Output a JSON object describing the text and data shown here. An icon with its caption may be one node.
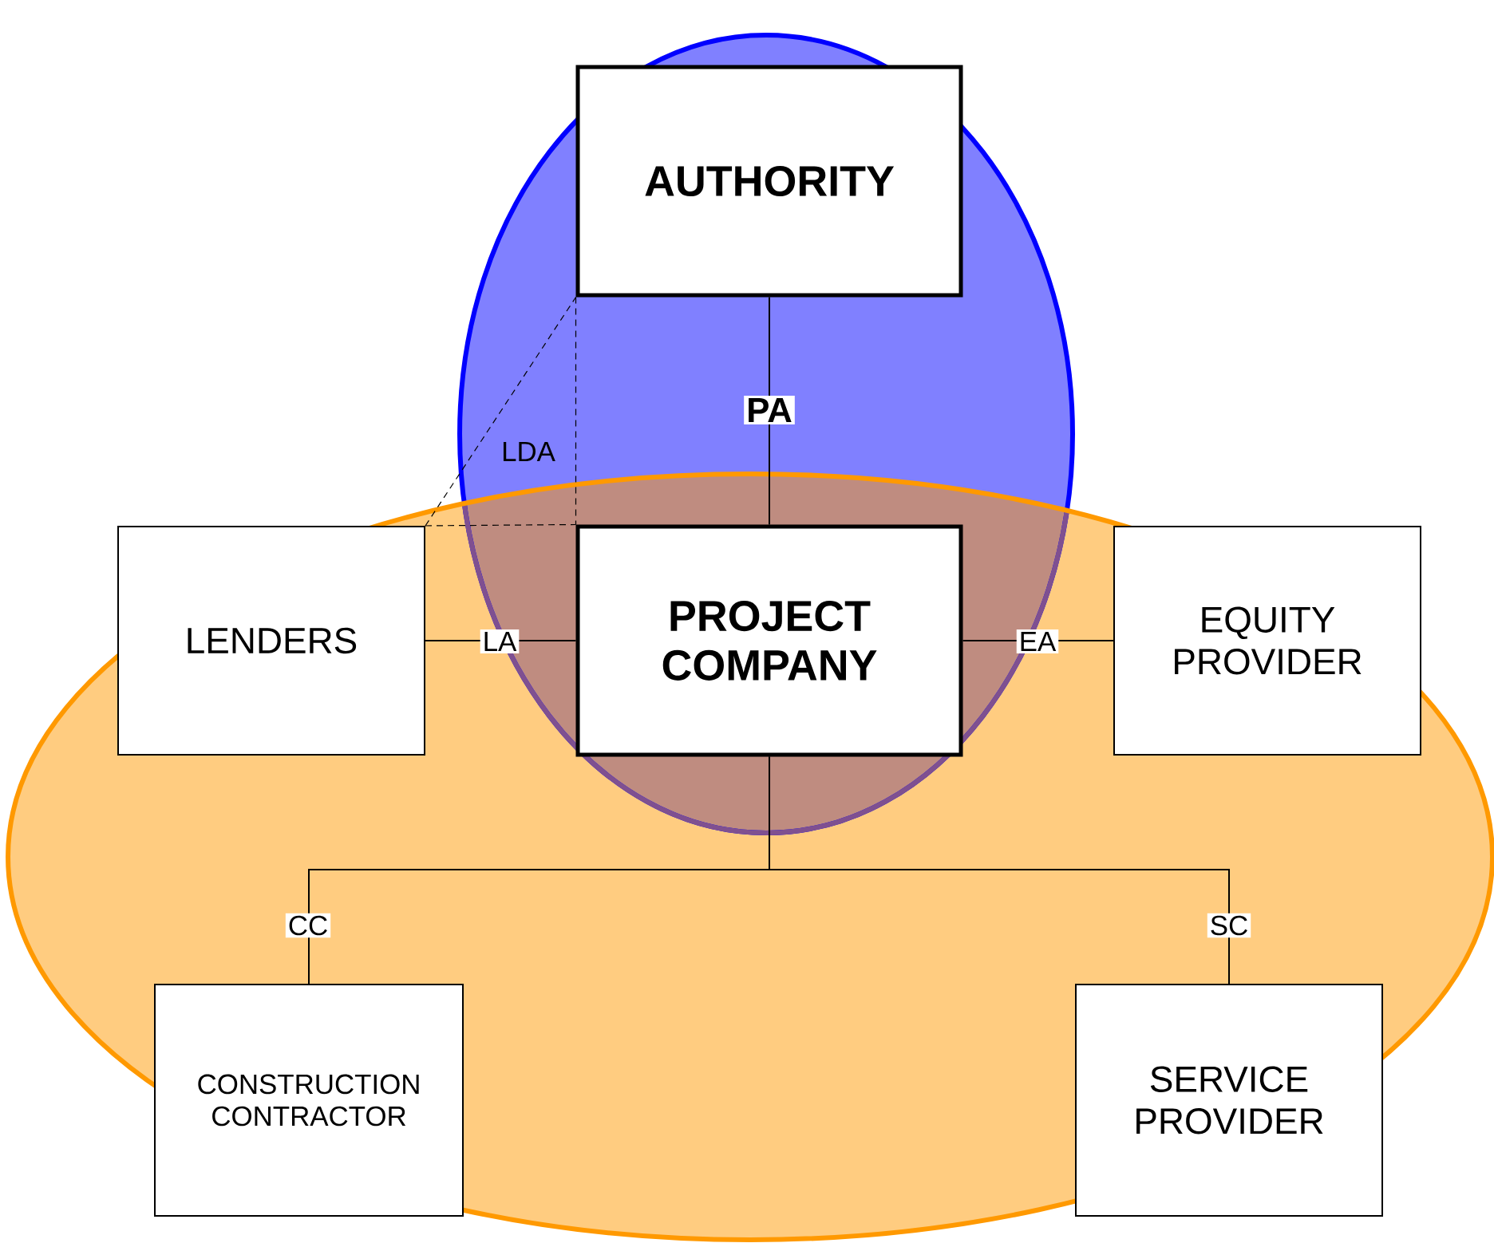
{
  "diagram": {
    "nodes": [
      {
        "text": [
          "AUTHORITY"
        ]
      },
      {
        "text": [
          "PROJECT COMPANY"
        ]
      },
      {
        "text": [
          "LENDERS"
        ]
      },
      {
        "text": [
          "EQUITY PROVIDER"
        ]
      },
      {
        "text": [
          "CONSTRUCTION CONTRACTOR"
        ]
      },
      {
        "text": [
          "SERVICE PROVIDER"
        ]
      }
    ],
    "edges": [
      {
        "from": 0,
        "to": 1,
        "arrow": "none",
        "label": "PA"
      },
      {
        "from": 2,
        "to": 1,
        "arrow": "none",
        "label": "LA"
      },
      {
        "from": 1,
        "to": 3,
        "arrow": "none",
        "label": "EA"
      },
      {
        "from": 1,
        "to": 4,
        "arrow": "none",
        "label": "CC"
      },
      {
        "from": 1,
        "to": 5,
        "arrow": "none",
        "label": "SC"
      },
      {
        "from": 2,
        "to": 0,
        "arrow": "none",
        "label": "LDA",
        "style": "dashed"
      },
      {
        "from": 0,
        "to": 1,
        "arrow": "none",
        "style": "dashed"
      },
      {
        "from": 2,
        "to": 1,
        "arrow": "none",
        "style": "dashed"
      }
    ]
  }
}
